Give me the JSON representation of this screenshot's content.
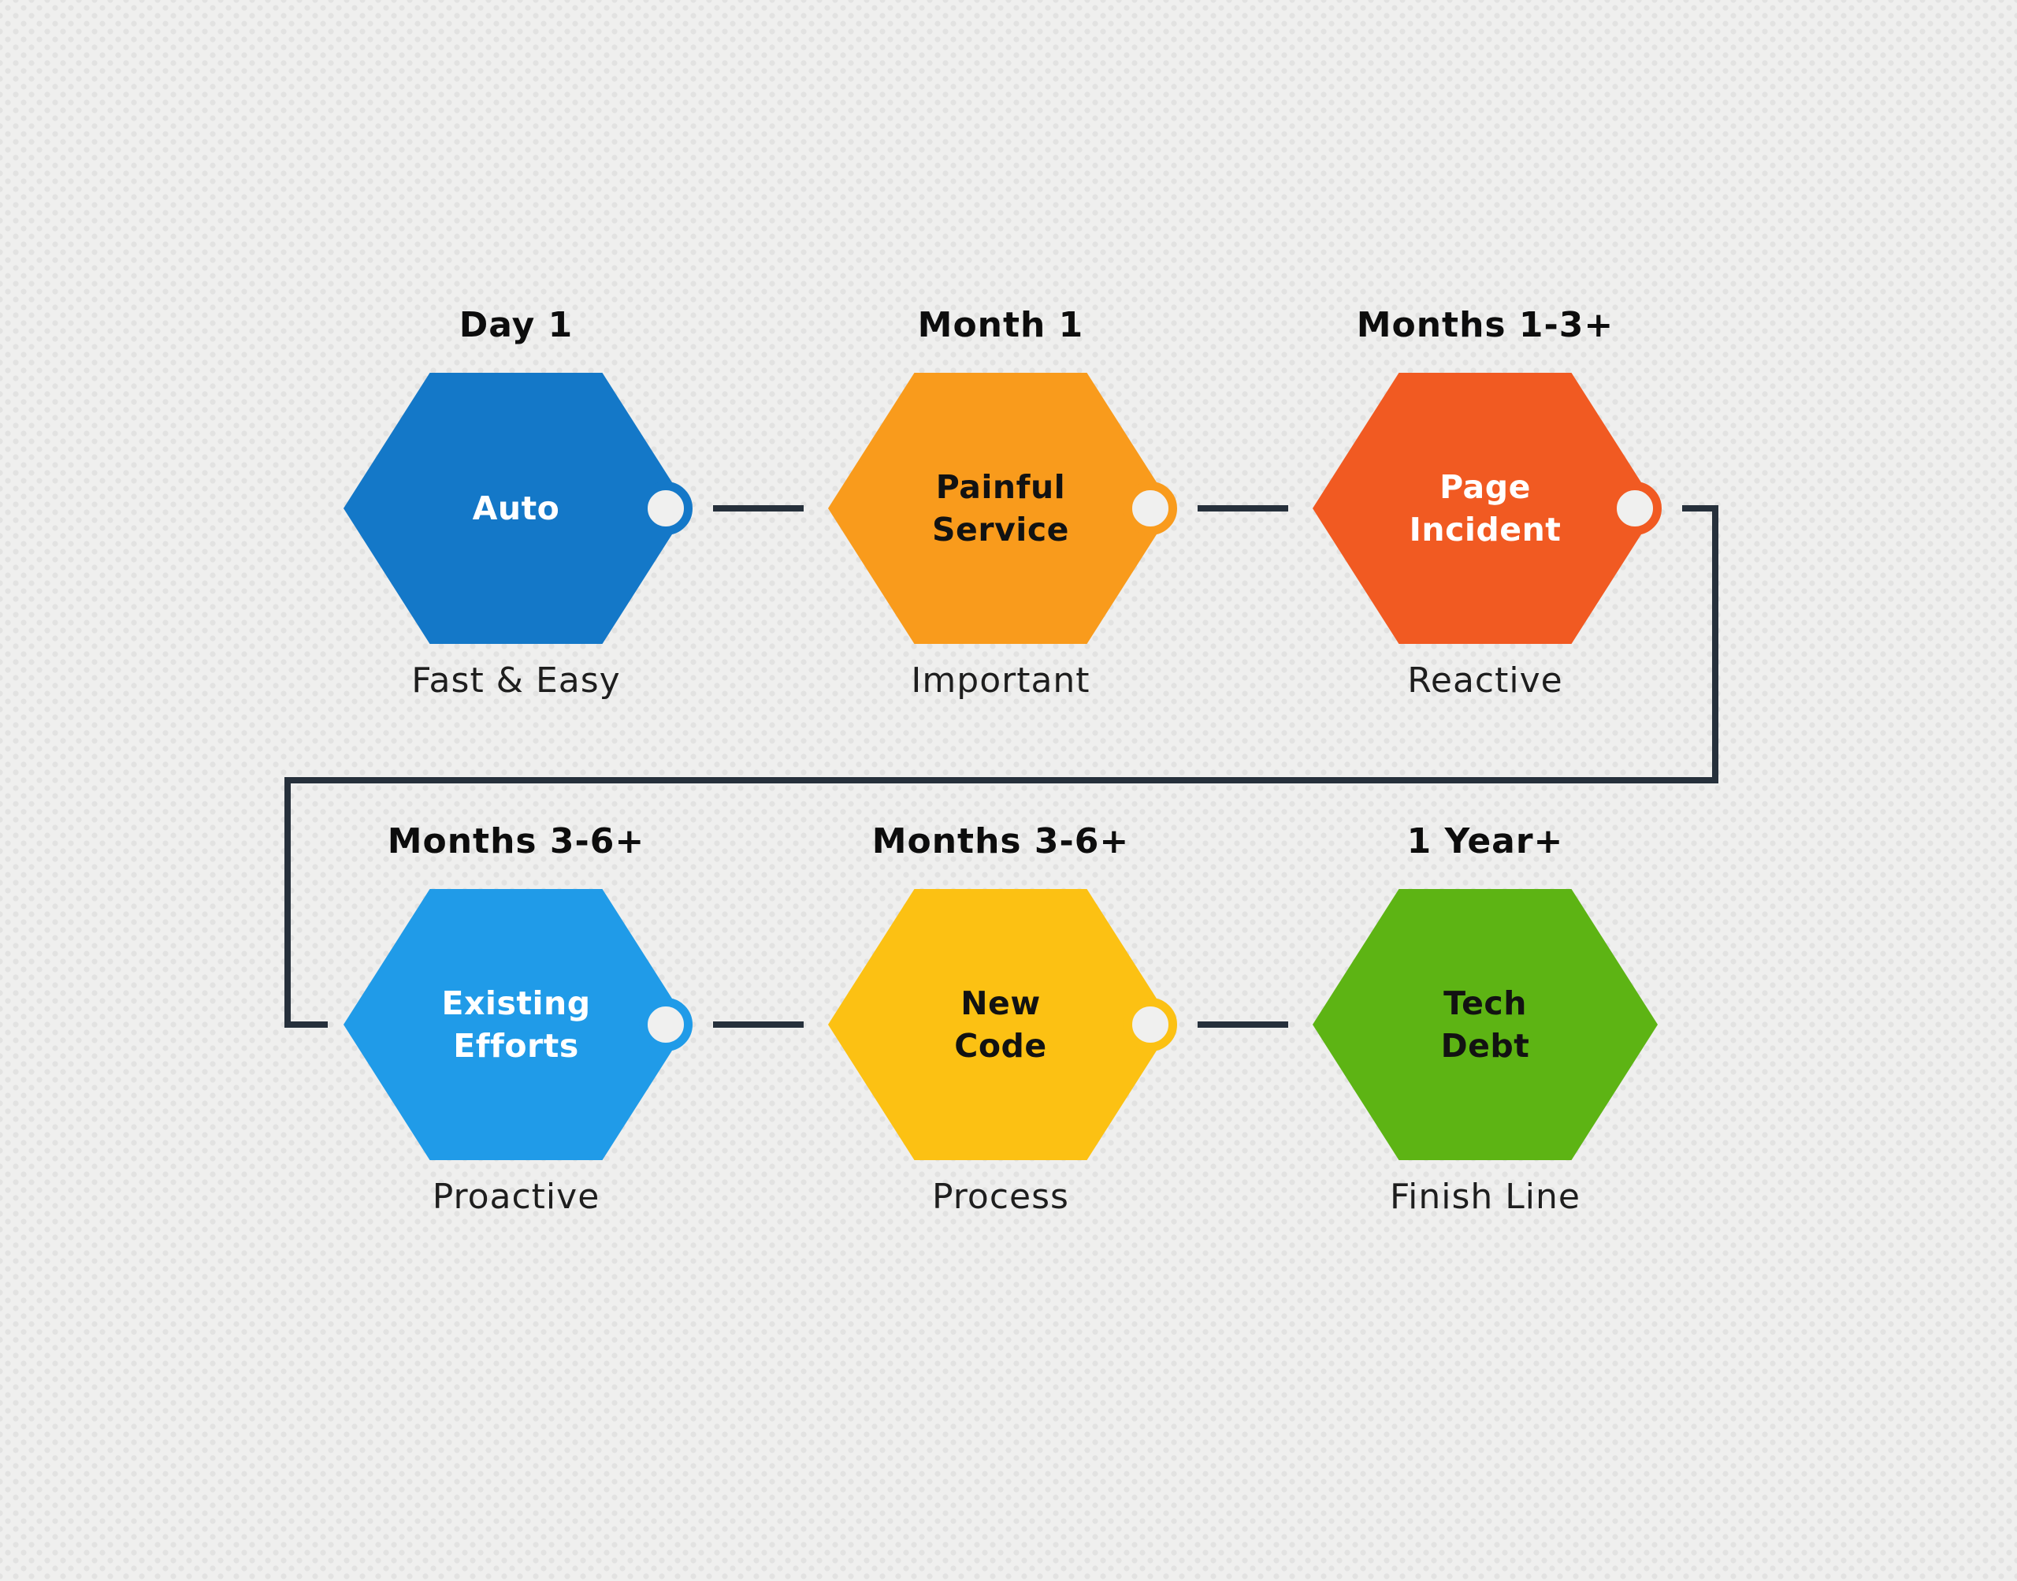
{
  "background": {
    "base": "#EFEFEE",
    "dot": "#E2E2E1"
  },
  "connector": {
    "color": "#26303B"
  },
  "nodes": [
    {
      "time_label": "Day 1",
      "hex_line1": "Auto",
      "hex_line2": "",
      "sub_label": "Fast & Easy",
      "color": "#1478C8",
      "text_color": "#FFFFFF",
      "has_dot": true
    },
    {
      "time_label": "Month 1",
      "hex_line1": "Painful",
      "hex_line2": "Service",
      "sub_label": "Important",
      "color": "#F99B1C",
      "text_color": "#121212",
      "has_dot": true
    },
    {
      "time_label": "Months 1-3+",
      "hex_line1": "Page",
      "hex_line2": "Incident",
      "sub_label": "Reactive",
      "color": "#F15A22",
      "text_color": "#FFFFFF",
      "has_dot": true
    },
    {
      "time_label": "Months 3-6+",
      "hex_line1": "Existing",
      "hex_line2": "Efforts",
      "sub_label": "Proactive",
      "color": "#209BE8",
      "text_color": "#FFFFFF",
      "has_dot": true
    },
    {
      "time_label": "Months 3-6+",
      "hex_line1": "New",
      "hex_line2": "Code",
      "sub_label": "Process",
      "color": "#FCC113",
      "text_color": "#121212",
      "has_dot": true
    },
    {
      "time_label": "1 Year+",
      "hex_line1": "Tech",
      "hex_line2": "Debt",
      "sub_label": "Finish Line",
      "color": "#5DB414",
      "text_color": "#121212",
      "has_dot": false
    }
  ]
}
